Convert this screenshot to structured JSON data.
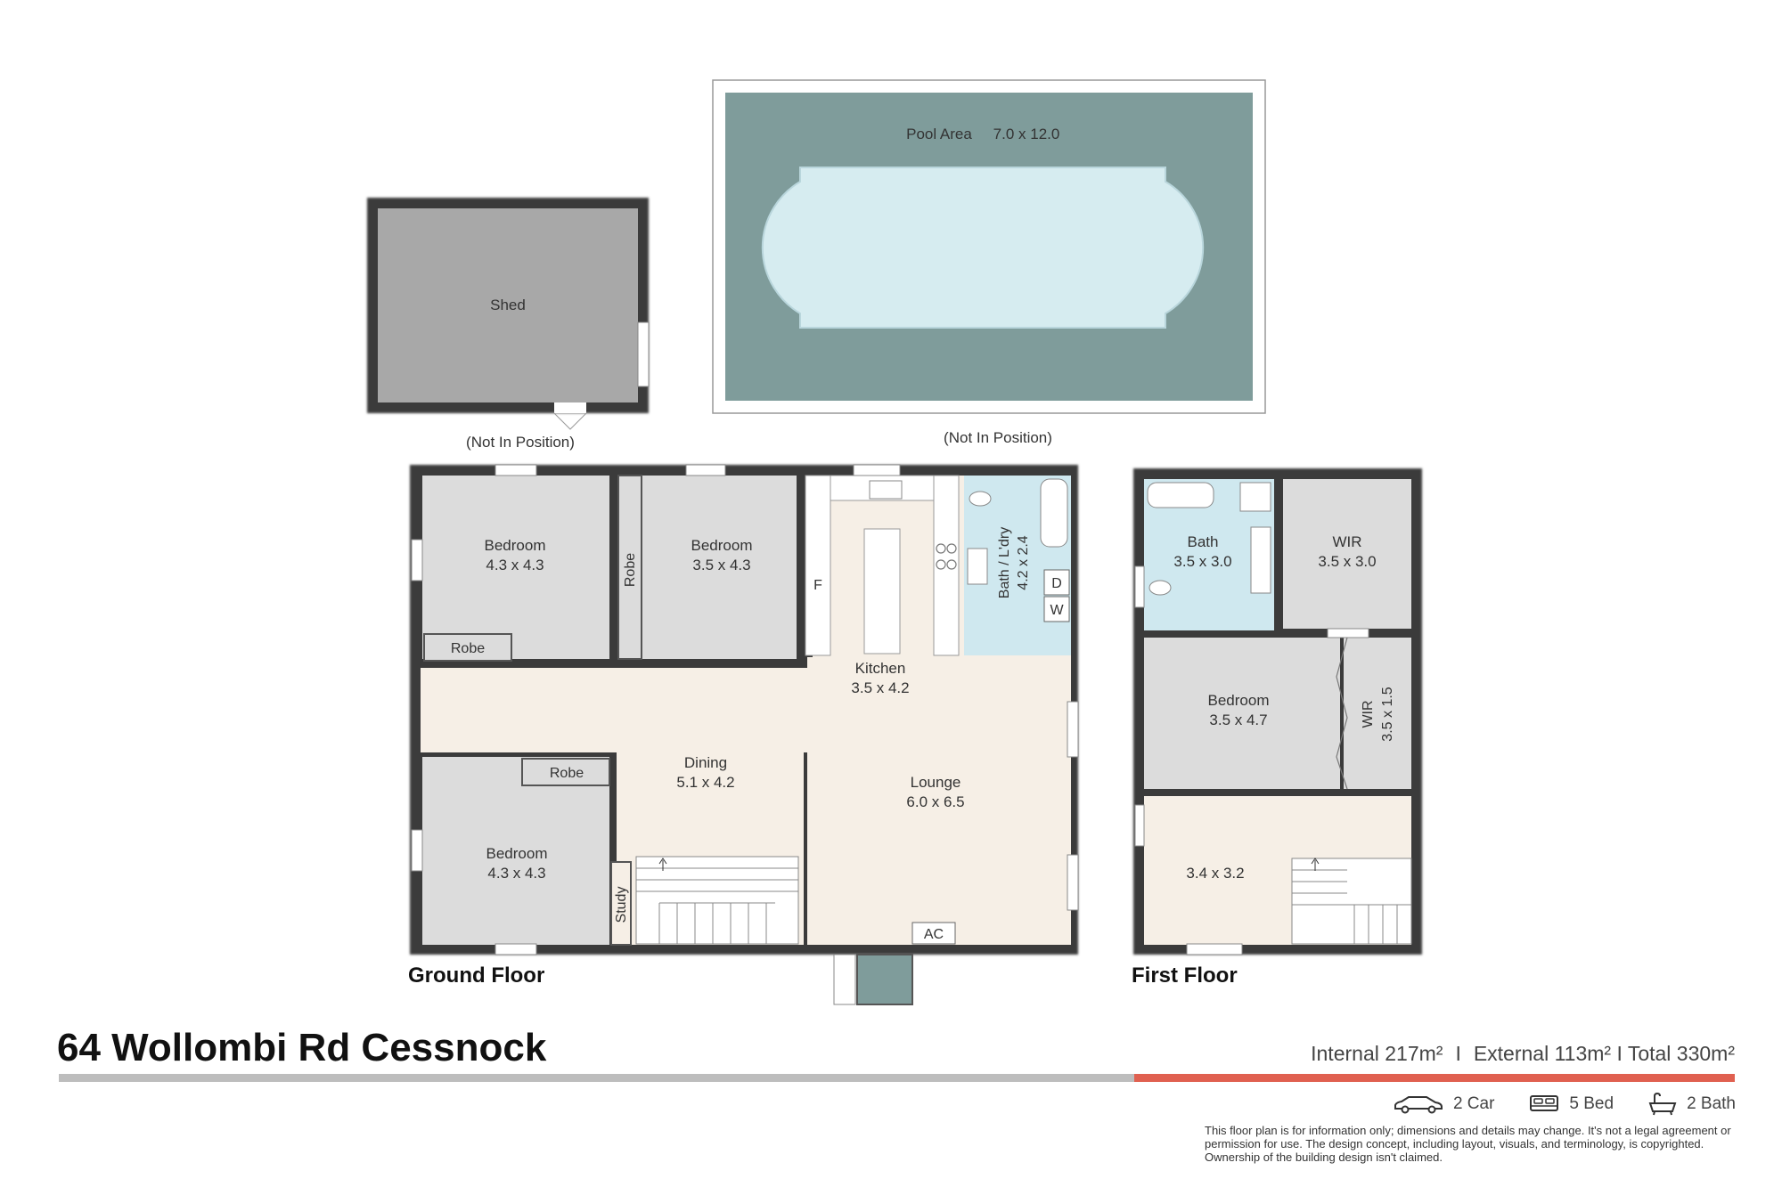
{
  "address": "64 Wollombi Rd Cessnock",
  "areas": {
    "internal": "Internal 217m²",
    "separator": "I",
    "external": "External 113m² I Total 330m²"
  },
  "features": {
    "car": "2 Car",
    "bed": "5 Bed",
    "bath": "2 Bath"
  },
  "disclaimer": "This floor plan is for information only; dimensions and details may change. It's not a legal agreement or permission for use. The design concept, including layout, visuals, and terminology, is copyrighted. Ownership of the building design isn't claimed.",
  "floors": {
    "ground": "Ground Floor",
    "first": "First Floor"
  },
  "outbuildings": {
    "shed_label": "Shed",
    "shed_note": "(Not In Position)",
    "pool_label": "Pool Area",
    "pool_dims": "7.0 x 12.0",
    "pool_note": "(Not In Position)"
  },
  "ground_rooms": {
    "bed1_name": "Bedroom",
    "bed1_dims": "4.3 x 4.3",
    "bed2_name": "Bedroom",
    "bed2_dims": "3.5 x 4.3",
    "bed3_name": "Bedroom",
    "bed3_dims": "4.3 x 4.3",
    "robe1": "Robe",
    "robe2": "Robe",
    "robe3": "Robe",
    "kitchen_name": "Kitchen",
    "kitchen_dims": "3.5 x 4.2",
    "bath_name": "Bath / L'dry",
    "bath_dims": "4.2 x 2.4",
    "dining_name": "Dining",
    "dining_dims": "5.1 x 4.2",
    "lounge_name": "Lounge",
    "lounge_dims": "6.0 x 6.5",
    "study": "Study",
    "fridge": "F",
    "dryer": "D",
    "washer": "W",
    "ac": "AC"
  },
  "first_rooms": {
    "bath_name": "Bath",
    "bath_dims": "3.5 x 3.0",
    "wir1_name": "WIR",
    "wir1_dims": "3.5 x 3.0",
    "bed_name": "Bedroom",
    "bed_dims": "3.5 x 4.7",
    "wir2_name": "WIR",
    "wir2_dims": "3.5 x 1.5",
    "landing_dims": "3.4 x 3.2"
  },
  "colors": {
    "wall": "#3a3a3a",
    "bedroom": "#dcdcdc",
    "living": "#f6efe6",
    "wet": "#cfe8ef",
    "shed": "#a8a8a8",
    "pool_deck": "#7f9c9b",
    "pool_water": "#d6ecf0",
    "accent_bar": "#e06050"
  }
}
